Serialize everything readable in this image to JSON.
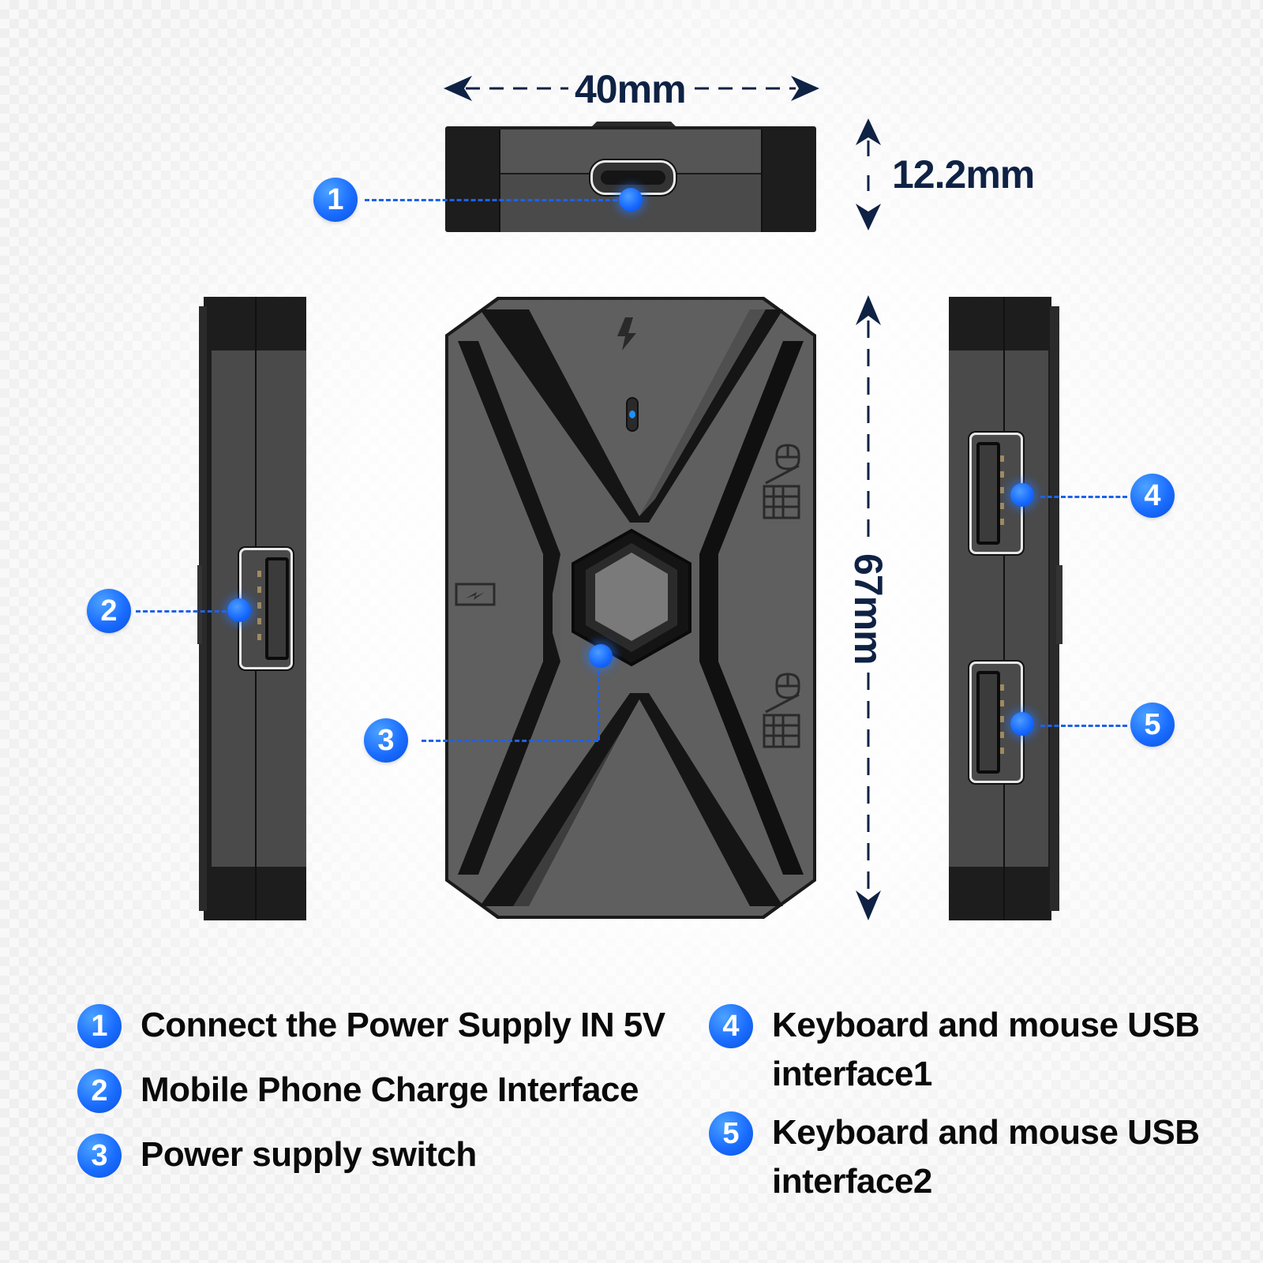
{
  "dimensions": {
    "width": "40mm",
    "height": "12.2mm",
    "length": "67mm"
  },
  "colors": {
    "accent_blue": "#1a6dff",
    "dimension_navy": "#0f2244",
    "device_body": "#5e5e5e",
    "device_dark": "#1c1c1c",
    "indicator_led": "#1e90ff"
  },
  "callouts": [
    {
      "number": "1",
      "target": "usb-c-port"
    },
    {
      "number": "2",
      "target": "left-usb-port"
    },
    {
      "number": "3",
      "target": "power-switch"
    },
    {
      "number": "4",
      "target": "right-usb-port-1"
    },
    {
      "number": "5",
      "target": "right-usb-port-2"
    }
  ],
  "device_icons": {
    "top_symbol": "lightning-icon",
    "left_symbol": "battery-charge-icon",
    "right_symbol_1": "keyboard-mouse-icon",
    "right_symbol_2": "keyboard-mouse-icon",
    "led": "status-led"
  },
  "legend": [
    {
      "number": "1",
      "text": "Connect the Power Supply IN 5V"
    },
    {
      "number": "2",
      "text": "Mobile Phone Charge Interface"
    },
    {
      "number": "3",
      "text": "Power supply switch"
    },
    {
      "number": "4",
      "text": "Keyboard and mouse USB interface1"
    },
    {
      "number": "5",
      "text": "Keyboard and mouse USB interface2"
    }
  ]
}
